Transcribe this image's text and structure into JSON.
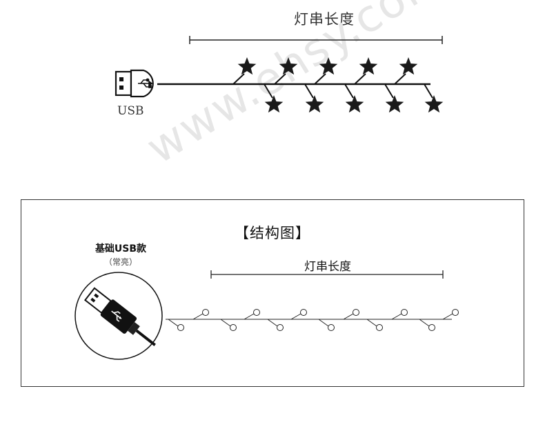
{
  "top_diagram": {
    "length_label": "灯串长度",
    "usb_label": "USB"
  },
  "watermark": "www.ehsy.com",
  "bottom_diagram": {
    "title": "【结构图】",
    "basic_label": "基础USB款",
    "basic_sub": "（常亮）",
    "length_label": "灯串长度"
  },
  "colors": {
    "line": "#111111",
    "star": "#1a1a1a",
    "watermark": "#e6e6e6"
  },
  "icons": {
    "usb_plug": "usb-plug-icon",
    "star": "star-icon",
    "usb_cable": "usb-cable-icon",
    "bulb": "bulb-icon"
  }
}
